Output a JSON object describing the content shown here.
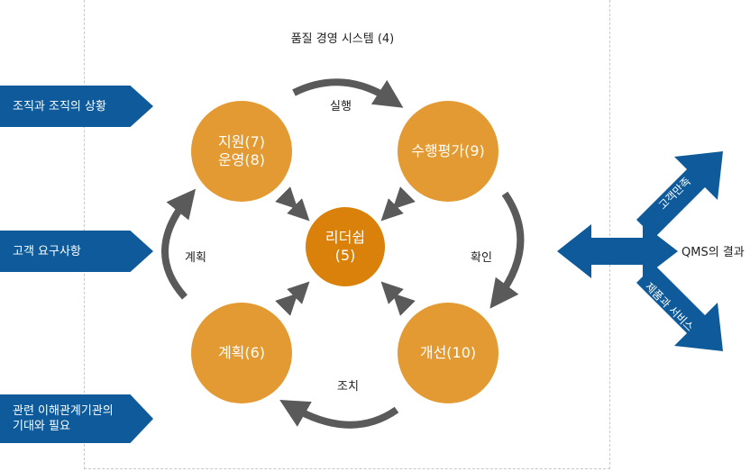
{
  "diagram": {
    "title": "품질 경영 시스템 (4)",
    "nodes": {
      "support": {
        "line1": "지원(7)",
        "line2": "운영(8)"
      },
      "evaluation": {
        "line1": "수행평가(9)"
      },
      "leadership": {
        "line1": "리더쉽",
        "line2": "(5)"
      },
      "planning": {
        "line1": "계획(6)"
      },
      "improvement": {
        "line1": "개선(10)"
      }
    },
    "cycle_labels": {
      "top": "실행",
      "left": "계획",
      "right": "확인",
      "bottom": "조치"
    },
    "inputs": [
      {
        "line1": "조직과 조직의 상황",
        "line2": ""
      },
      {
        "line1": "고객 요구사항",
        "line2": ""
      },
      {
        "line1": "관련 이해관계기관의",
        "line2": "기대와 필요"
      }
    ],
    "outputs": {
      "result_label": "QMS의 결과",
      "upper": "고객만족",
      "lower": "제품과 서비스"
    }
  },
  "colors": {
    "outer_circle": "#e39a32",
    "center_circle": "#d9810a",
    "arrow_gray": "#5a5a5a",
    "input_blue": "#0e5a9a"
  }
}
